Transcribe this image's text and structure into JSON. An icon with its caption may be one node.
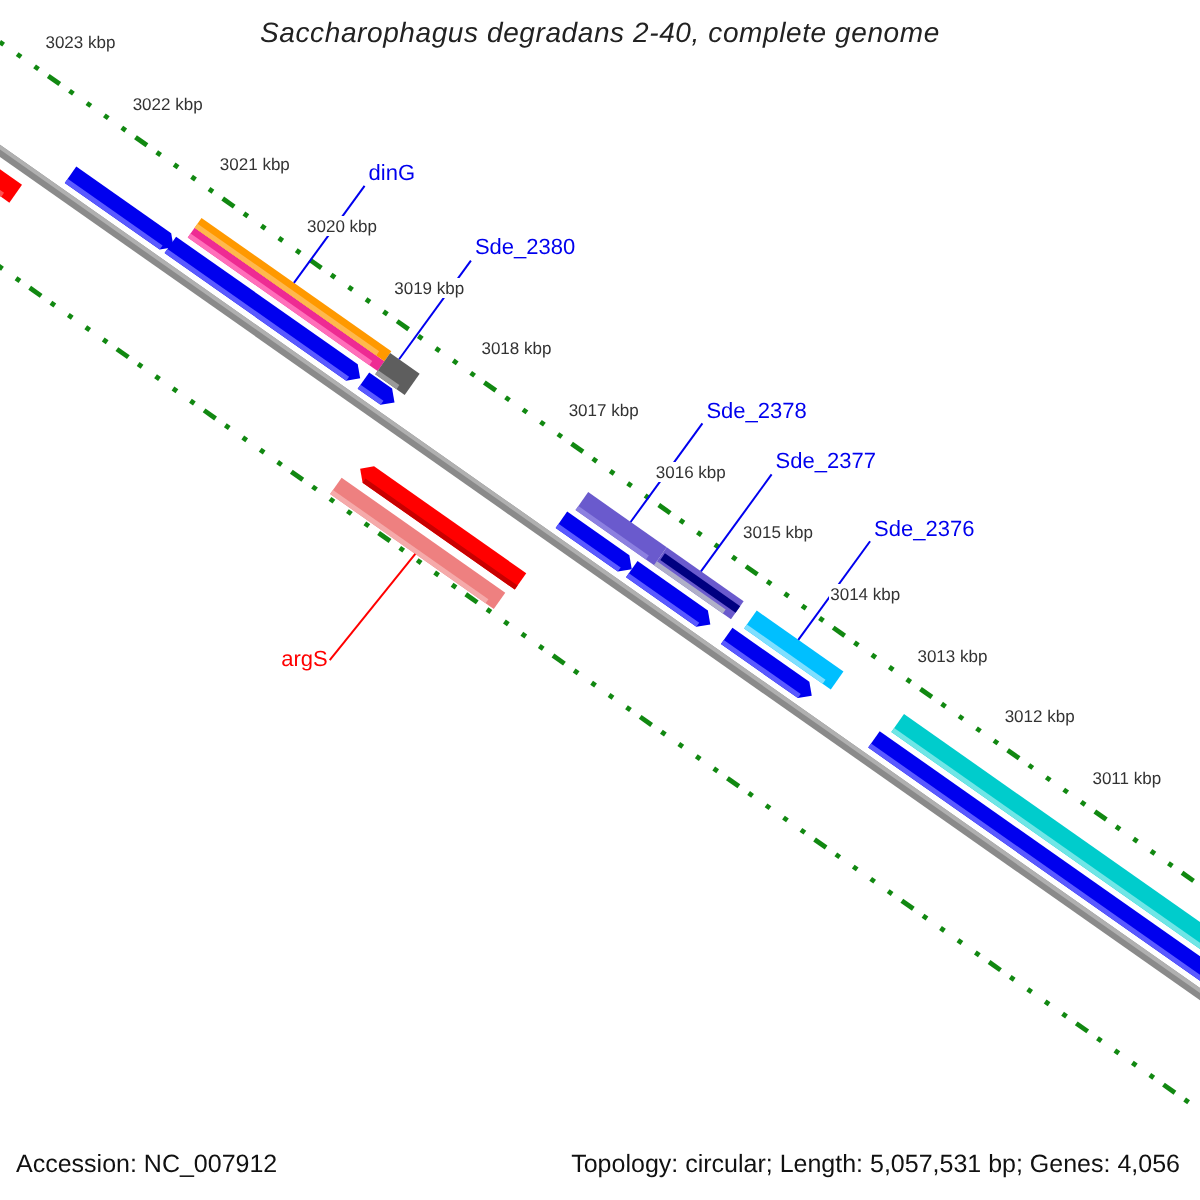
{
  "diagram": {
    "title": "Saccharophagus degradans 2-40, complete genome",
    "nodes": [
      {
        "text": [
          "dinG"
        ]
      },
      {
        "text": [
          "Sde_2380"
        ]
      },
      {
        "text": [
          "Sde_2378"
        ]
      },
      {
        "text": [
          "Sde_2377"
        ]
      },
      {
        "text": [
          "Sde_2376"
        ]
      },
      {
        "text": [
          "argS"
        ]
      },
      {
        "text": [],
        "shape": "bar"
      },
      {
        "text": [],
        "shape": "bar"
      },
      {
        "text": [],
        "shape": "bar"
      },
      {
        "text": [],
        "shape": "bar"
      },
      {
        "text": [],
        "shape": "bar"
      },
      {
        "text": [],
        "shape": "bar"
      },
      {
        "text": [],
        "shape": "bar"
      },
      {
        "text": [],
        "shape": "bar"
      },
      {
        "text": [],
        "shape": "bar"
      },
      {
        "text": [],
        "shape": "bar"
      },
      {
        "text": [],
        "shape": "bar"
      },
      {
        "text": [],
        "shape": "bar"
      },
      {
        "text": [],
        "shape": "bar"
      },
      {
        "text": [],
        "shape": "bar"
      },
      {
        "text": [],
        "shape": "bar"
      },
      {
        "text": [],
        "shape": "bar"
      },
      {
        "text": [],
        "shape": "bar"
      }
    ],
    "edges": [
      {
        "from": 0,
        "to": 9,
        "arrow": "none"
      },
      {
        "from": 1,
        "to": 11,
        "arrow": "none"
      },
      {
        "from": 2,
        "to": 16,
        "arrow": "none"
      },
      {
        "from": 3,
        "to": 18,
        "arrow": "none"
      },
      {
        "from": 4,
        "to": 20,
        "arrow": "none"
      },
      {
        "from": 5,
        "to": 14,
        "arrow": "none",
        "color": "#ff0000"
      }
    ],
    "labels": [
      "3023 kbp",
      "3022 kbp",
      "3021 kbp",
      "3020 kbp",
      "3019 kbp",
      "3018 kbp",
      "3017 kbp",
      "3016 kbp",
      "3015 kbp",
      "3014 kbp",
      "3013 kbp",
      "3012 kbp",
      "3011 kbp",
      "Accession: NC_007912",
      "Topology: circular; Length: 5,057,531 bp; Genes: 4,056"
    ]
  }
}
